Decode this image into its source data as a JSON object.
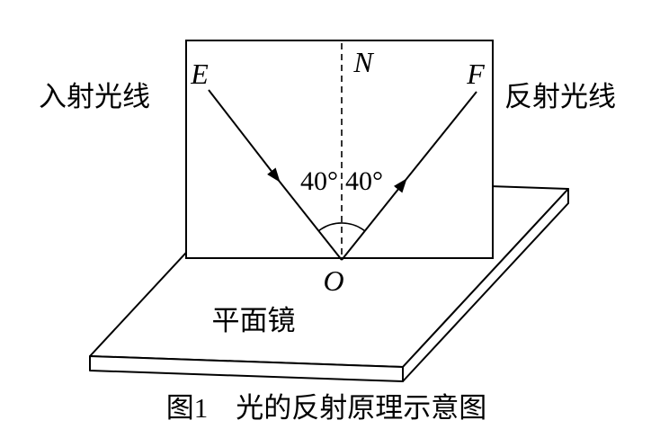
{
  "diagram": {
    "caption": "图1　光的反射原理示意图",
    "points": {
      "E": "E",
      "N": "N",
      "F": "F",
      "O": "O"
    },
    "angles": {
      "incident": "40°",
      "reflected": "40°"
    },
    "ray_labels": {
      "incident": "入射光线",
      "reflected": "反射光线"
    },
    "mirror_label": "平面镜"
  },
  "colors": {
    "ink": "#000000",
    "background": "#ffffff"
  }
}
